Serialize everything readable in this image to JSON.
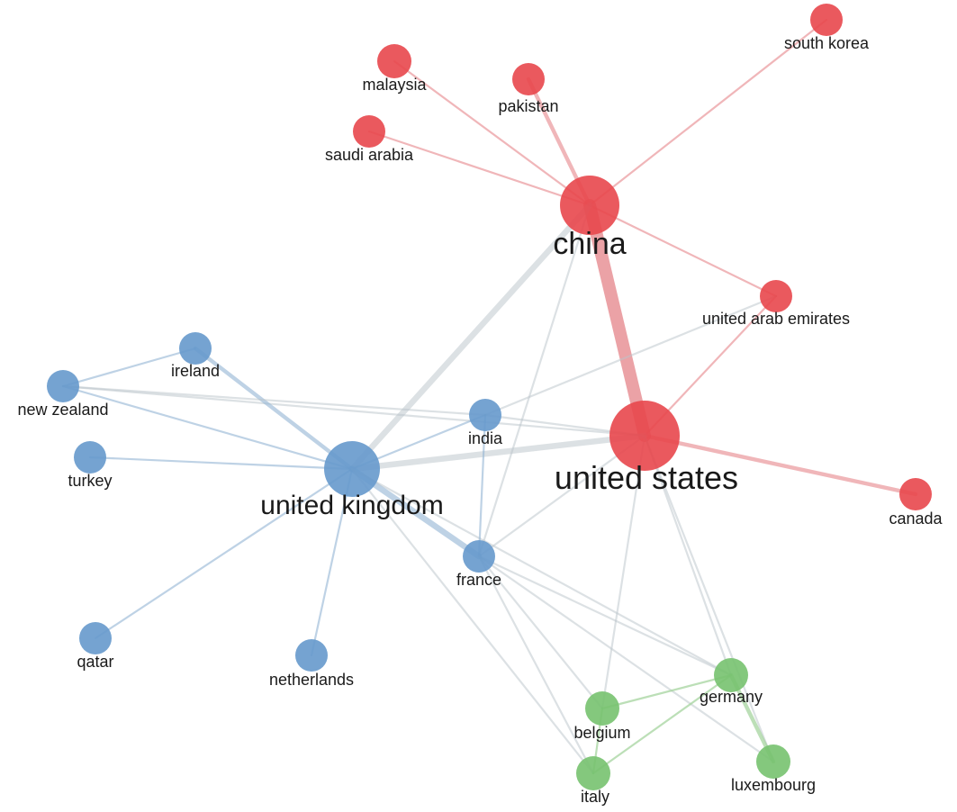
{
  "network": {
    "clusters": {
      "red": "#e8474c",
      "blue": "#6699cc",
      "green": "#77c26f"
    },
    "nodes": [
      {
        "id": "china",
        "label": "china",
        "cluster": "red"
      },
      {
        "id": "united-states",
        "label": "united states",
        "cluster": "red"
      },
      {
        "id": "south-korea",
        "label": "south korea",
        "cluster": "red"
      },
      {
        "id": "malaysia",
        "label": "malaysia",
        "cluster": "red"
      },
      {
        "id": "pakistan",
        "label": "pakistan",
        "cluster": "red"
      },
      {
        "id": "saudi-arabia",
        "label": "saudi arabia",
        "cluster": "red"
      },
      {
        "id": "united-arab-emirates",
        "label": "united arab emirates",
        "cluster": "red"
      },
      {
        "id": "canada",
        "label": "canada",
        "cluster": "red"
      },
      {
        "id": "united-kingdom",
        "label": "united kingdom",
        "cluster": "blue"
      },
      {
        "id": "ireland",
        "label": "ireland",
        "cluster": "blue"
      },
      {
        "id": "new-zealand",
        "label": "new zealand",
        "cluster": "blue"
      },
      {
        "id": "turkey",
        "label": "turkey",
        "cluster": "blue"
      },
      {
        "id": "india",
        "label": "india",
        "cluster": "blue"
      },
      {
        "id": "france",
        "label": "france",
        "cluster": "blue"
      },
      {
        "id": "qatar",
        "label": "qatar",
        "cluster": "blue"
      },
      {
        "id": "netherlands",
        "label": "netherlands",
        "cluster": "blue"
      },
      {
        "id": "germany",
        "label": "germany",
        "cluster": "green"
      },
      {
        "id": "belgium",
        "label": "belgium",
        "cluster": "green"
      },
      {
        "id": "italy",
        "label": "italy",
        "cluster": "green"
      },
      {
        "id": "luxembourg",
        "label": "luxembourg",
        "cluster": "green"
      }
    ],
    "edges": [
      {
        "source": "china",
        "target": "united-states",
        "color": "red",
        "strength": 5
      },
      {
        "source": "china",
        "target": "south-korea",
        "color": "red",
        "strength": 1
      },
      {
        "source": "china",
        "target": "malaysia",
        "color": "red",
        "strength": 1
      },
      {
        "source": "china",
        "target": "pakistan",
        "color": "red",
        "strength": 2
      },
      {
        "source": "china",
        "target": "saudi-arabia",
        "color": "red",
        "strength": 1
      },
      {
        "source": "china",
        "target": "united-arab-emirates",
        "color": "red",
        "strength": 1
      },
      {
        "source": "china",
        "target": "united-kingdom",
        "color": "gray",
        "strength": 3
      },
      {
        "source": "china",
        "target": "france",
        "color": "gray",
        "strength": 1
      },
      {
        "source": "united-states",
        "target": "united-arab-emirates",
        "color": "red",
        "strength": 1
      },
      {
        "source": "united-states",
        "target": "canada",
        "color": "red",
        "strength": 2
      },
      {
        "source": "united-states",
        "target": "united-kingdom",
        "color": "gray",
        "strength": 3
      },
      {
        "source": "united-states",
        "target": "india",
        "color": "gray",
        "strength": 1
      },
      {
        "source": "united-states",
        "target": "france",
        "color": "gray",
        "strength": 1
      },
      {
        "source": "united-states",
        "target": "germany",
        "color": "gray",
        "strength": 1
      },
      {
        "source": "united-states",
        "target": "belgium",
        "color": "gray",
        "strength": 1
      },
      {
        "source": "united-states",
        "target": "luxembourg",
        "color": "gray",
        "strength": 1
      },
      {
        "source": "united-states",
        "target": "new-zealand",
        "color": "gray",
        "strength": 1
      },
      {
        "source": "united-kingdom",
        "target": "ireland",
        "color": "blue",
        "strength": 2
      },
      {
        "source": "united-kingdom",
        "target": "new-zealand",
        "color": "blue",
        "strength": 1
      },
      {
        "source": "united-kingdom",
        "target": "turkey",
        "color": "blue",
        "strength": 1
      },
      {
        "source": "united-kingdom",
        "target": "india",
        "color": "blue",
        "strength": 1
      },
      {
        "source": "united-kingdom",
        "target": "france",
        "color": "blue",
        "strength": 3
      },
      {
        "source": "united-kingdom",
        "target": "qatar",
        "color": "blue",
        "strength": 1
      },
      {
        "source": "united-kingdom",
        "target": "netherlands",
        "color": "blue",
        "strength": 1
      },
      {
        "source": "united-kingdom",
        "target": "germany",
        "color": "gray",
        "strength": 1
      },
      {
        "source": "united-kingdom",
        "target": "italy",
        "color": "gray",
        "strength": 1
      },
      {
        "source": "ireland",
        "target": "new-zealand",
        "color": "blue",
        "strength": 1
      },
      {
        "source": "new-zealand",
        "target": "india",
        "color": "gray",
        "strength": 1
      },
      {
        "source": "india",
        "target": "france",
        "color": "blue",
        "strength": 1
      },
      {
        "source": "india",
        "target": "united-arab-emirates",
        "color": "gray",
        "strength": 1
      },
      {
        "source": "france",
        "target": "germany",
        "color": "gray",
        "strength": 1
      },
      {
        "source": "france",
        "target": "belgium",
        "color": "gray",
        "strength": 1
      },
      {
        "source": "france",
        "target": "italy",
        "color": "gray",
        "strength": 1
      },
      {
        "source": "france",
        "target": "luxembourg",
        "color": "gray",
        "strength": 1
      },
      {
        "source": "germany",
        "target": "belgium",
        "color": "green",
        "strength": 1
      },
      {
        "source": "germany",
        "target": "italy",
        "color": "green",
        "strength": 1
      },
      {
        "source": "germany",
        "target": "luxembourg",
        "color": "green",
        "strength": 2
      },
      {
        "source": "belgium",
        "target": "italy",
        "color": "green",
        "strength": 1
      }
    ]
  }
}
